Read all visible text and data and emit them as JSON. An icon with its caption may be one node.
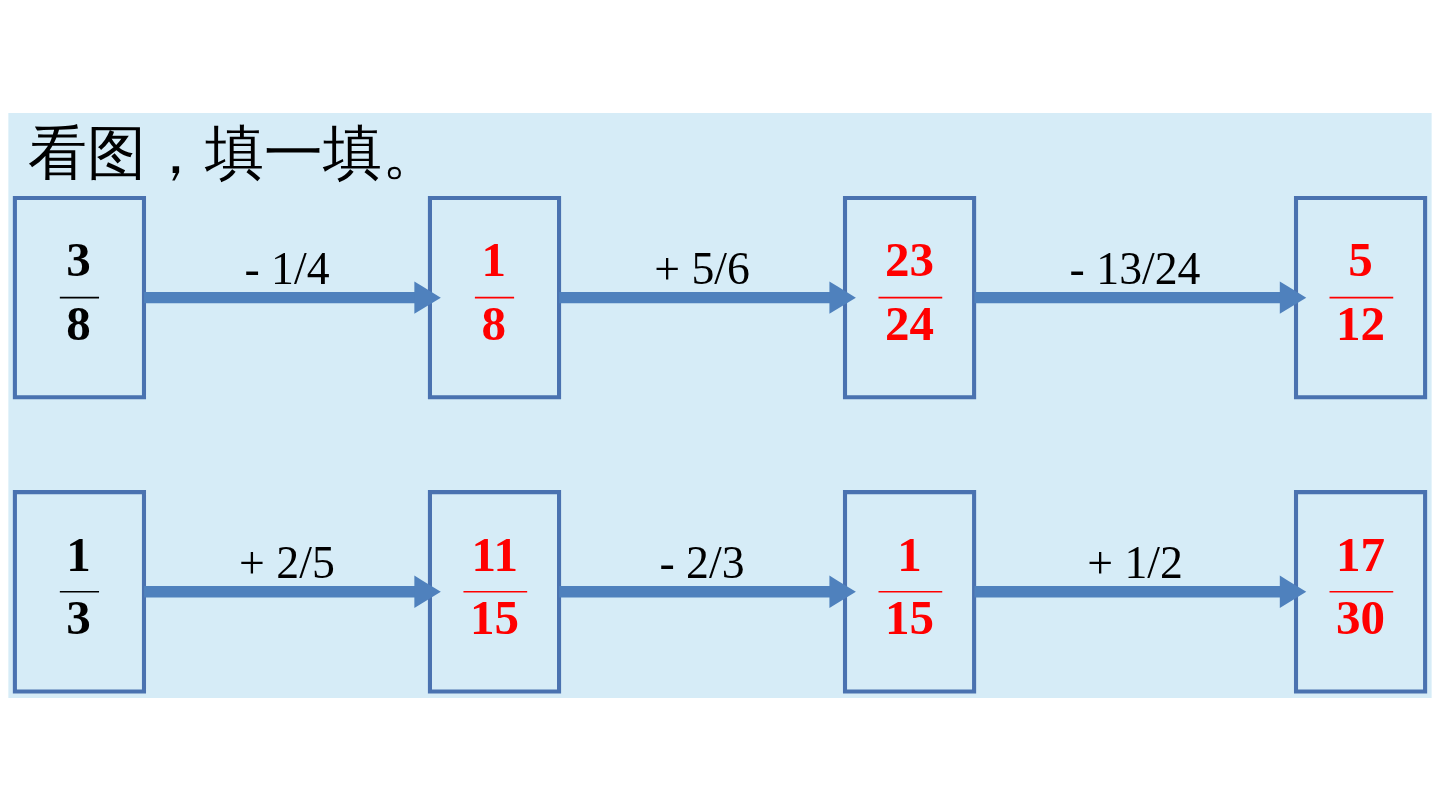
{
  "diagram": {
    "title": "看图，填一填。",
    "nodes": [
      {
        "text": [
          "1",
          "3"
        ]
      },
      {
        "text": [
          "11",
          "15"
        ]
      },
      {
        "text": [
          "1",
          "15"
        ]
      },
      {
        "text": [
          "17",
          "30"
        ]
      },
      {
        "text": [
          "3",
          "8"
        ]
      },
      {
        "text": [
          "1",
          "8"
        ]
      },
      {
        "text": [
          "23",
          "24"
        ]
      },
      {
        "text": [
          "5",
          "12"
        ]
      }
    ],
    "edges": [
      {
        "from": 0,
        "to": 1,
        "arrow": "to",
        "label": "+ 2/5"
      },
      {
        "from": 1,
        "to": 2,
        "arrow": "to",
        "label": "- 2/3"
      },
      {
        "from": 2,
        "to": 3,
        "arrow": "to",
        "label": "+ 1/2"
      },
      {
        "from": 4,
        "to": 5,
        "arrow": "to",
        "label": "- 1/4"
      },
      {
        "from": 5,
        "to": 6,
        "arrow": "to",
        "label": "+ 5/6"
      },
      {
        "from": 6,
        "to": 7,
        "arrow": "to",
        "label": "- 13/24"
      }
    ]
  }
}
